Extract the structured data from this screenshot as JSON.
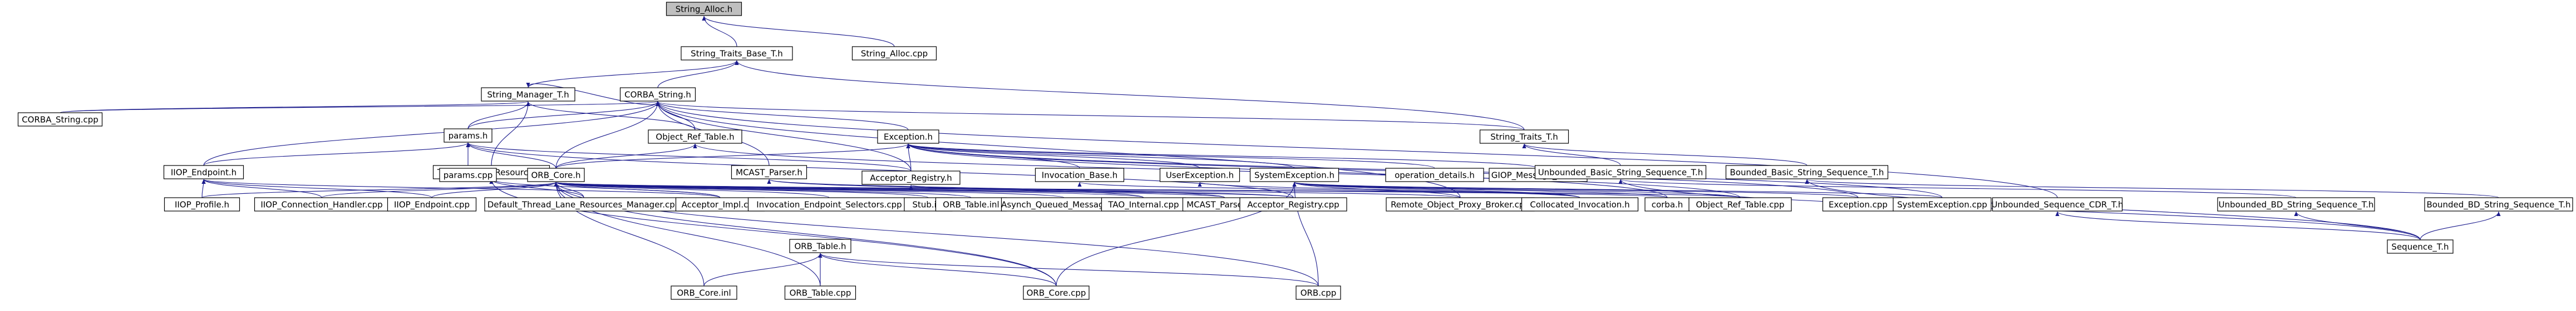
{
  "graph": {
    "colors": {
      "edge": "#1a1a8c",
      "border_normal": "#000000",
      "border_undoc": "#e41a1a",
      "root_fill": "#bfbfbf",
      "node_fill": "#ffffff"
    },
    "nodes": [
      {
        "id": "n1",
        "label": "String_Alloc.h",
        "kind": "root"
      },
      {
        "id": "n2",
        "label": "String_Traits_Base_T.h",
        "kind": "normal"
      },
      {
        "id": "n3",
        "label": "String_Alloc.cpp",
        "kind": "normal"
      },
      {
        "id": "n4",
        "label": "String_Manager_T.h",
        "kind": "normal"
      },
      {
        "id": "n5",
        "label": "CORBA_String.h",
        "kind": "normal"
      },
      {
        "id": "n6",
        "label": "CORBA_String.cpp",
        "kind": "normal"
      },
      {
        "id": "n7",
        "label": "params.h",
        "kind": "normal"
      },
      {
        "id": "n8",
        "label": "Object_Ref_Table.h",
        "kind": "normal"
      },
      {
        "id": "n9",
        "label": "Exception.h",
        "kind": "normal"
      },
      {
        "id": "n10",
        "label": "String_Traits_T.h",
        "kind": "normal"
      },
      {
        "id": "n11",
        "label": "IIOP_Endpoint.h",
        "kind": "normal"
      },
      {
        "id": "n12",
        "label": "Thread_Lane_Resources.h",
        "kind": "undoc"
      },
      {
        "id": "n13",
        "label": "params.cpp",
        "kind": "normal"
      },
      {
        "id": "n14",
        "label": "ORB_Core.h",
        "kind": "normal"
      },
      {
        "id": "n15",
        "label": "MCAST_Parser.h",
        "kind": "normal"
      },
      {
        "id": "n16",
        "label": "Acceptor_Registry.h",
        "kind": "undoc"
      },
      {
        "id": "n17",
        "label": "Invocation_Base.h",
        "kind": "undoc"
      },
      {
        "id": "n18",
        "label": "UserException.h",
        "kind": "undoc"
      },
      {
        "id": "n19",
        "label": "SystemException.h",
        "kind": "undoc"
      },
      {
        "id": "n20",
        "label": "operation_details.h",
        "kind": "undoc"
      },
      {
        "id": "n21",
        "label": "GIOP_Message_Base.h",
        "kind": "undoc"
      },
      {
        "id": "n22",
        "label": "Unbounded_Basic_String_Sequence_T.h",
        "kind": "normal"
      },
      {
        "id": "n23",
        "label": "Bounded_Basic_String_Sequence_T.h",
        "kind": "normal"
      },
      {
        "id": "n24",
        "label": "IIOP_Profile.h",
        "kind": "undoc"
      },
      {
        "id": "n25",
        "label": "IIOP_Connection_Handler.cpp",
        "kind": "normal"
      },
      {
        "id": "n26",
        "label": "IIOP_Endpoint.cpp",
        "kind": "normal"
      },
      {
        "id": "n27",
        "label": "Default_Thread_Lane_Resources_Manager.cpp",
        "kind": "normal"
      },
      {
        "id": "n28",
        "label": "Acceptor_Impl.cpp",
        "kind": "undoc"
      },
      {
        "id": "n29",
        "label": "Invocation_Endpoint_Selectors.cpp",
        "kind": "normal"
      },
      {
        "id": "n30",
        "label": "Stub.inl",
        "kind": "undoc"
      },
      {
        "id": "n31",
        "label": "ORB_Table.inl",
        "kind": "normal"
      },
      {
        "id": "n32",
        "label": "Asynch_Queued_Message.cpp",
        "kind": "normal"
      },
      {
        "id": "n33",
        "label": "TAO_Internal.cpp",
        "kind": "normal"
      },
      {
        "id": "n34",
        "label": "MCAST_Parser.cpp",
        "kind": "normal"
      },
      {
        "id": "n35",
        "label": "Acceptor_Registry.cpp",
        "kind": "normal"
      },
      {
        "id": "n36",
        "label": "Remote_Object_Proxy_Broker.cpp",
        "kind": "normal"
      },
      {
        "id": "n37",
        "label": "Collocated_Invocation.h",
        "kind": "undoc"
      },
      {
        "id": "n38",
        "label": "corba.h",
        "kind": "normal"
      },
      {
        "id": "n39",
        "label": "Object_Ref_Table.cpp",
        "kind": "normal"
      },
      {
        "id": "n40",
        "label": "Exception.cpp",
        "kind": "normal"
      },
      {
        "id": "n41",
        "label": "SystemException.cpp",
        "kind": "normal"
      },
      {
        "id": "n42",
        "label": "Unbounded_Sequence_CDR_T.h",
        "kind": "normal"
      },
      {
        "id": "n43",
        "label": "Unbounded_BD_String_Sequence_T.h",
        "kind": "normal"
      },
      {
        "id": "n44",
        "label": "Bounded_BD_String_Sequence_T.h",
        "kind": "normal"
      },
      {
        "id": "n45",
        "label": "Sequence_T.h",
        "kind": "undoc"
      },
      {
        "id": "n46",
        "label": "ORB_Table.h",
        "kind": "normal"
      },
      {
        "id": "n47",
        "label": "ORB_Core.inl",
        "kind": "normal"
      },
      {
        "id": "n48",
        "label": "ORB_Table.cpp",
        "kind": "normal"
      },
      {
        "id": "n49",
        "label": "ORB_Core.cpp",
        "kind": "normal"
      },
      {
        "id": "n50",
        "label": "ORB.cpp",
        "kind": "normal"
      }
    ],
    "edges": [
      [
        "n2",
        "n1"
      ],
      [
        "n3",
        "n1"
      ],
      [
        "n4",
        "n2"
      ],
      [
        "n5",
        "n2"
      ],
      [
        "n10",
        "n2"
      ],
      [
        "n5",
        "n4"
      ],
      [
        "n6",
        "n4"
      ],
      [
        "n7",
        "n4"
      ],
      [
        "n12",
        "n4"
      ],
      [
        "n8",
        "n4"
      ],
      [
        "n6",
        "n5"
      ],
      [
        "n7",
        "n5"
      ],
      [
        "n8",
        "n5"
      ],
      [
        "n9",
        "n5"
      ],
      [
        "n10",
        "n5"
      ],
      [
        "n11",
        "n5"
      ],
      [
        "n14",
        "n5"
      ],
      [
        "n15",
        "n5"
      ],
      [
        "n16",
        "n5"
      ],
      [
        "n36",
        "n5"
      ],
      [
        "n42",
        "n5"
      ],
      [
        "n13",
        "n7"
      ],
      [
        "n14",
        "n7"
      ],
      [
        "n11",
        "n7"
      ],
      [
        "n16",
        "n7"
      ],
      [
        "n35",
        "n7"
      ],
      [
        "n14",
        "n8"
      ],
      [
        "n39",
        "n8"
      ],
      [
        "n14",
        "n9"
      ],
      [
        "n16",
        "n9"
      ],
      [
        "n17",
        "n9"
      ],
      [
        "n18",
        "n9"
      ],
      [
        "n19",
        "n9"
      ],
      [
        "n20",
        "n9"
      ],
      [
        "n21",
        "n9"
      ],
      [
        "n38",
        "n9"
      ],
      [
        "n40",
        "n9"
      ],
      [
        "n41",
        "n9"
      ],
      [
        "n22",
        "n10"
      ],
      [
        "n23",
        "n10"
      ],
      [
        "n24",
        "n11"
      ],
      [
        "n25",
        "n11"
      ],
      [
        "n26",
        "n11"
      ],
      [
        "n28",
        "n11"
      ],
      [
        "n27",
        "n12"
      ],
      [
        "n28",
        "n12"
      ],
      [
        "n49",
        "n12"
      ],
      [
        "n24",
        "n14"
      ],
      [
        "n25",
        "n14"
      ],
      [
        "n26",
        "n14"
      ],
      [
        "n27",
        "n14"
      ],
      [
        "n28",
        "n14"
      ],
      [
        "n29",
        "n14"
      ],
      [
        "n30",
        "n14"
      ],
      [
        "n31",
        "n14"
      ],
      [
        "n32",
        "n14"
      ],
      [
        "n33",
        "n14"
      ],
      [
        "n34",
        "n14"
      ],
      [
        "n35",
        "n14"
      ],
      [
        "n36",
        "n14"
      ],
      [
        "n38",
        "n14"
      ],
      [
        "n39",
        "n14"
      ],
      [
        "n47",
        "n14"
      ],
      [
        "n48",
        "n14"
      ],
      [
        "n49",
        "n14"
      ],
      [
        "n50",
        "n14"
      ],
      [
        "n33",
        "n15"
      ],
      [
        "n34",
        "n15"
      ],
      [
        "n35",
        "n16"
      ],
      [
        "n37",
        "n17"
      ],
      [
        "n37",
        "n18"
      ],
      [
        "n36",
        "n19"
      ],
      [
        "n37",
        "n19"
      ],
      [
        "n38",
        "n19"
      ],
      [
        "n39",
        "n19"
      ],
      [
        "n40",
        "n19"
      ],
      [
        "n41",
        "n19"
      ],
      [
        "n49",
        "n19"
      ],
      [
        "n50",
        "n19"
      ],
      [
        "n45",
        "n22"
      ],
      [
        "n43",
        "n22"
      ],
      [
        "n44",
        "n23"
      ],
      [
        "n45",
        "n23"
      ],
      [
        "n45",
        "n42"
      ],
      [
        "n45",
        "n43"
      ],
      [
        "n45",
        "n44"
      ],
      [
        "n47",
        "n46"
      ],
      [
        "n48",
        "n46"
      ],
      [
        "n49",
        "n46"
      ],
      [
        "n50",
        "n46"
      ]
    ]
  }
}
